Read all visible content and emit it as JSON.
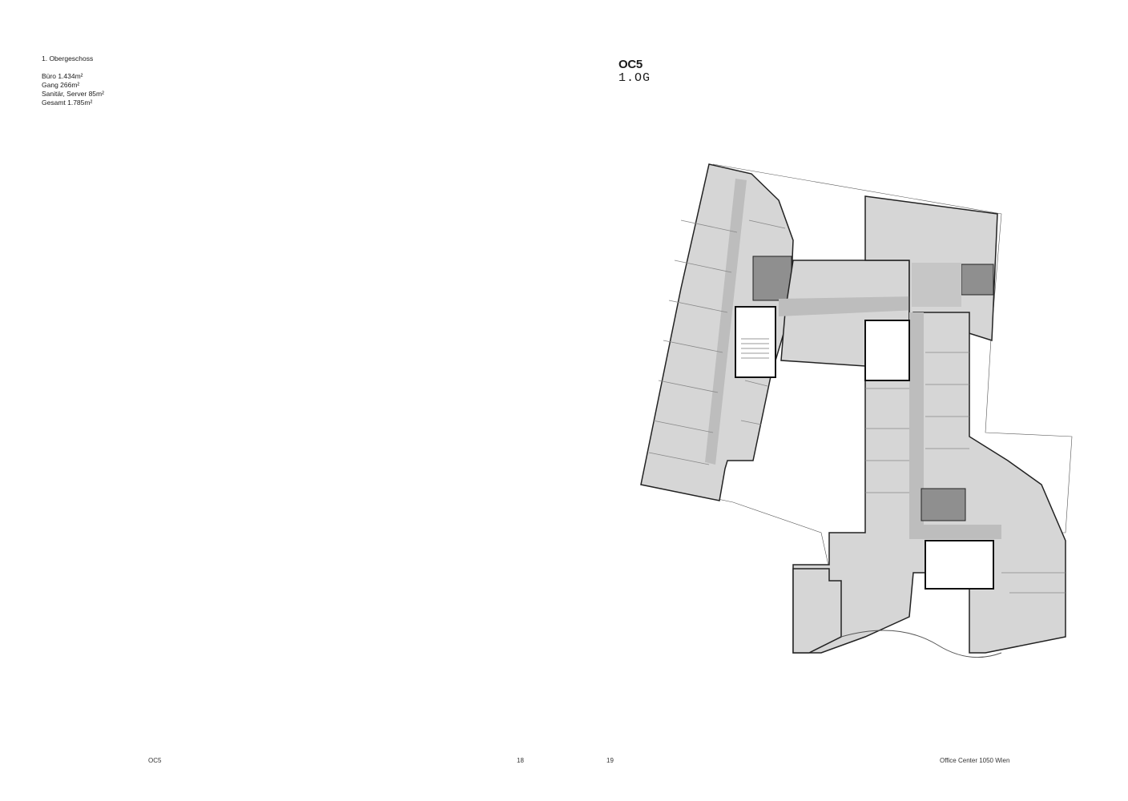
{
  "legend": {
    "heading": "1. Obergeschoss",
    "lines": [
      "Büro 1.434m²",
      "Gang 266m²",
      "Sanitär, Server 85m²",
      "Gesamt 1.785m²"
    ]
  },
  "title": {
    "building": "OC5",
    "floor": "1.OG"
  },
  "footer": {
    "left_label": "OC5",
    "left_page": "18",
    "right_page": "19",
    "right_label": "Office Center 1050 Wien"
  }
}
